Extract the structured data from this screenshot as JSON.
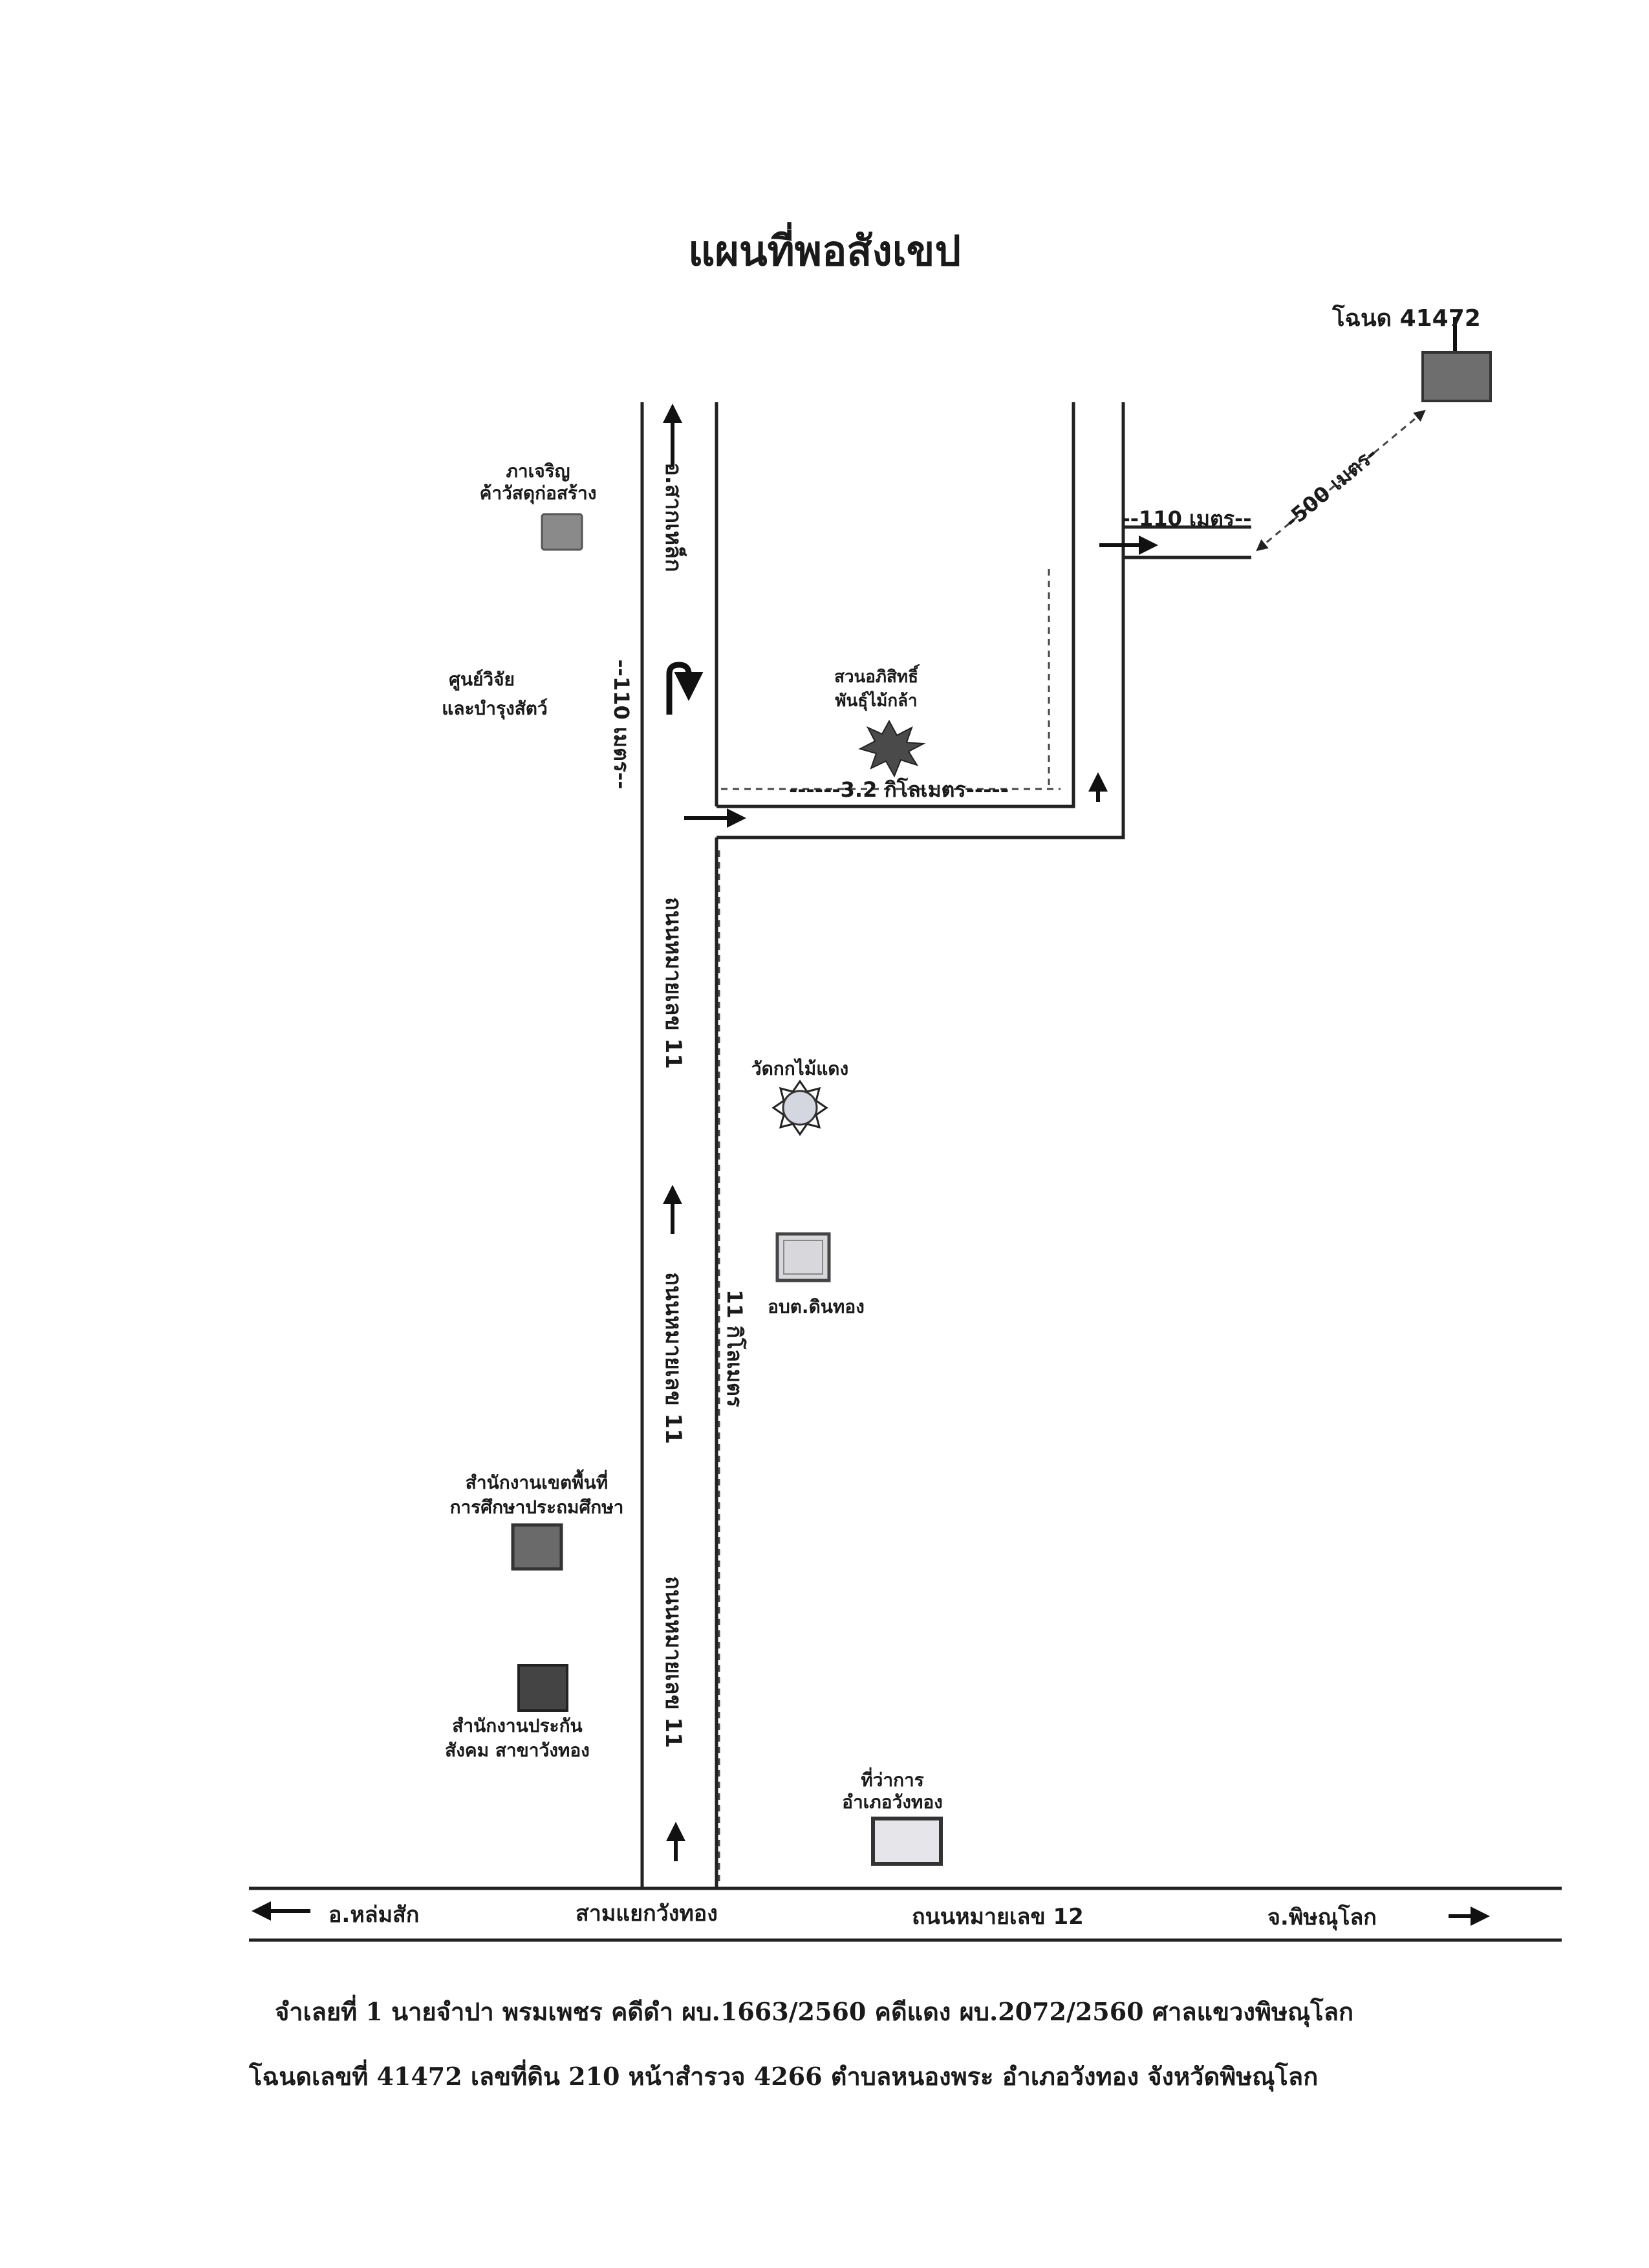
{
  "title": "แผนที่พอสังเขป",
  "deed_label": "โฉนด 41472",
  "roads": {
    "north_dir": "อ.สากเหล็ก",
    "hw11_a": "ถนนหมายเลข 11",
    "hw11_b": "ถนนหมายเลข 11",
    "hw11_c": "ถนนหมายเลข 11",
    "hw12": "ถนนหมายเลข 12",
    "west_dir": "อ.หล่มสัก",
    "junction": "สามแยกวังทอง",
    "east_dir": "จ.พิษณุโลก"
  },
  "distances": {
    "d110_west": "--110 เมตร--",
    "d110_east": "--110 เมตร--",
    "d500": "-500 เมตร-",
    "d3_2": "------3.2 กิโลเมตร-----",
    "d11": "11 กิโลเมตร"
  },
  "places": {
    "p1": [
      "ภาเจริญ",
      "ค้าวัสดุก่อสร้าง"
    ],
    "p2": [
      "ศูนย์วิจัย",
      "และบำรุงสัตว์"
    ],
    "p3": [
      "สวนอภิสิทธิ์",
      "พันธุ์ไม้กล้า"
    ],
    "p4": "วัดกกไม้แดง",
    "p5": "อบต.ดินทอง",
    "p6": [
      "สำนักงานเขตพื้นที่",
      "การศึกษาประถมศึกษา"
    ],
    "p7": [
      "สำนักงานประกัน",
      "สังคม สาขาวังทอง"
    ],
    "p8": [
      "ที่ว่าการ",
      "อำเภอวังทอง"
    ]
  },
  "footer": {
    "line1": "จำเลยที่ 1 นายจำปา พรมเพชร  คดีดำ ผบ.1663/2560 คดีแดง ผบ.2072/2560 ศาลแขวงพิษณุโลก",
    "line2": "โฉนดเลขที่  41472  เลขที่ดิน  210 หน้าสำรวจ 4266 ตำบลหนองพระ อำเภอวังทอง จังหวัดพิษณุโลก"
  },
  "colors": {
    "marker_gray": "#7a7a7a",
    "marker_light": "#d8d8dc",
    "marker_dark": "#3a3a3a"
  }
}
